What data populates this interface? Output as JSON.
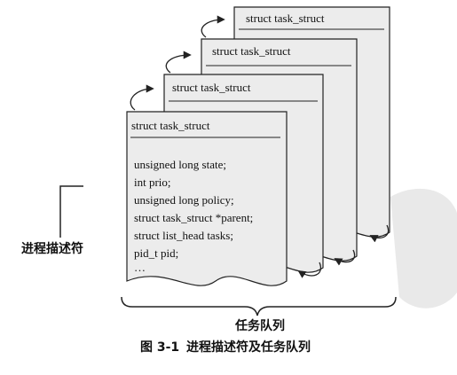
{
  "diagram": {
    "card_header": "struct task_struct",
    "fields": [
      "unsigned long state;",
      "int prio;",
      "unsigned long policy;",
      "struct task_struct *parent;",
      "struct list_head tasks;",
      "pid_t pid;",
      "…"
    ],
    "descriptor_label": "进程描述符",
    "queue_label": "任务队列",
    "caption_number": "图 3-1",
    "caption_title": "进程描述符及任务队列"
  }
}
